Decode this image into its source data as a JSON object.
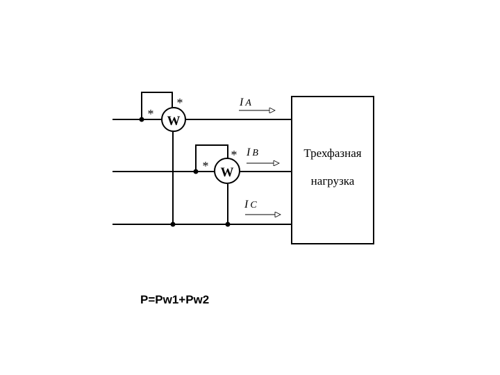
{
  "diagram": {
    "meters": {
      "w1": {
        "symbol": "W",
        "star_current": "*",
        "star_voltage": "*"
      },
      "w2": {
        "symbol": "W",
        "star_current": "*",
        "star_voltage": "*"
      }
    },
    "currents": {
      "a": {
        "symbol": "I",
        "subscript": "A"
      },
      "b": {
        "symbol": "I",
        "subscript": "B"
      },
      "c": {
        "symbol": "I",
        "subscript": "C"
      }
    },
    "load": {
      "line1": "Трехфазная",
      "line2": "нагрузка"
    },
    "formula": "P=Pw1+Pw2"
  }
}
